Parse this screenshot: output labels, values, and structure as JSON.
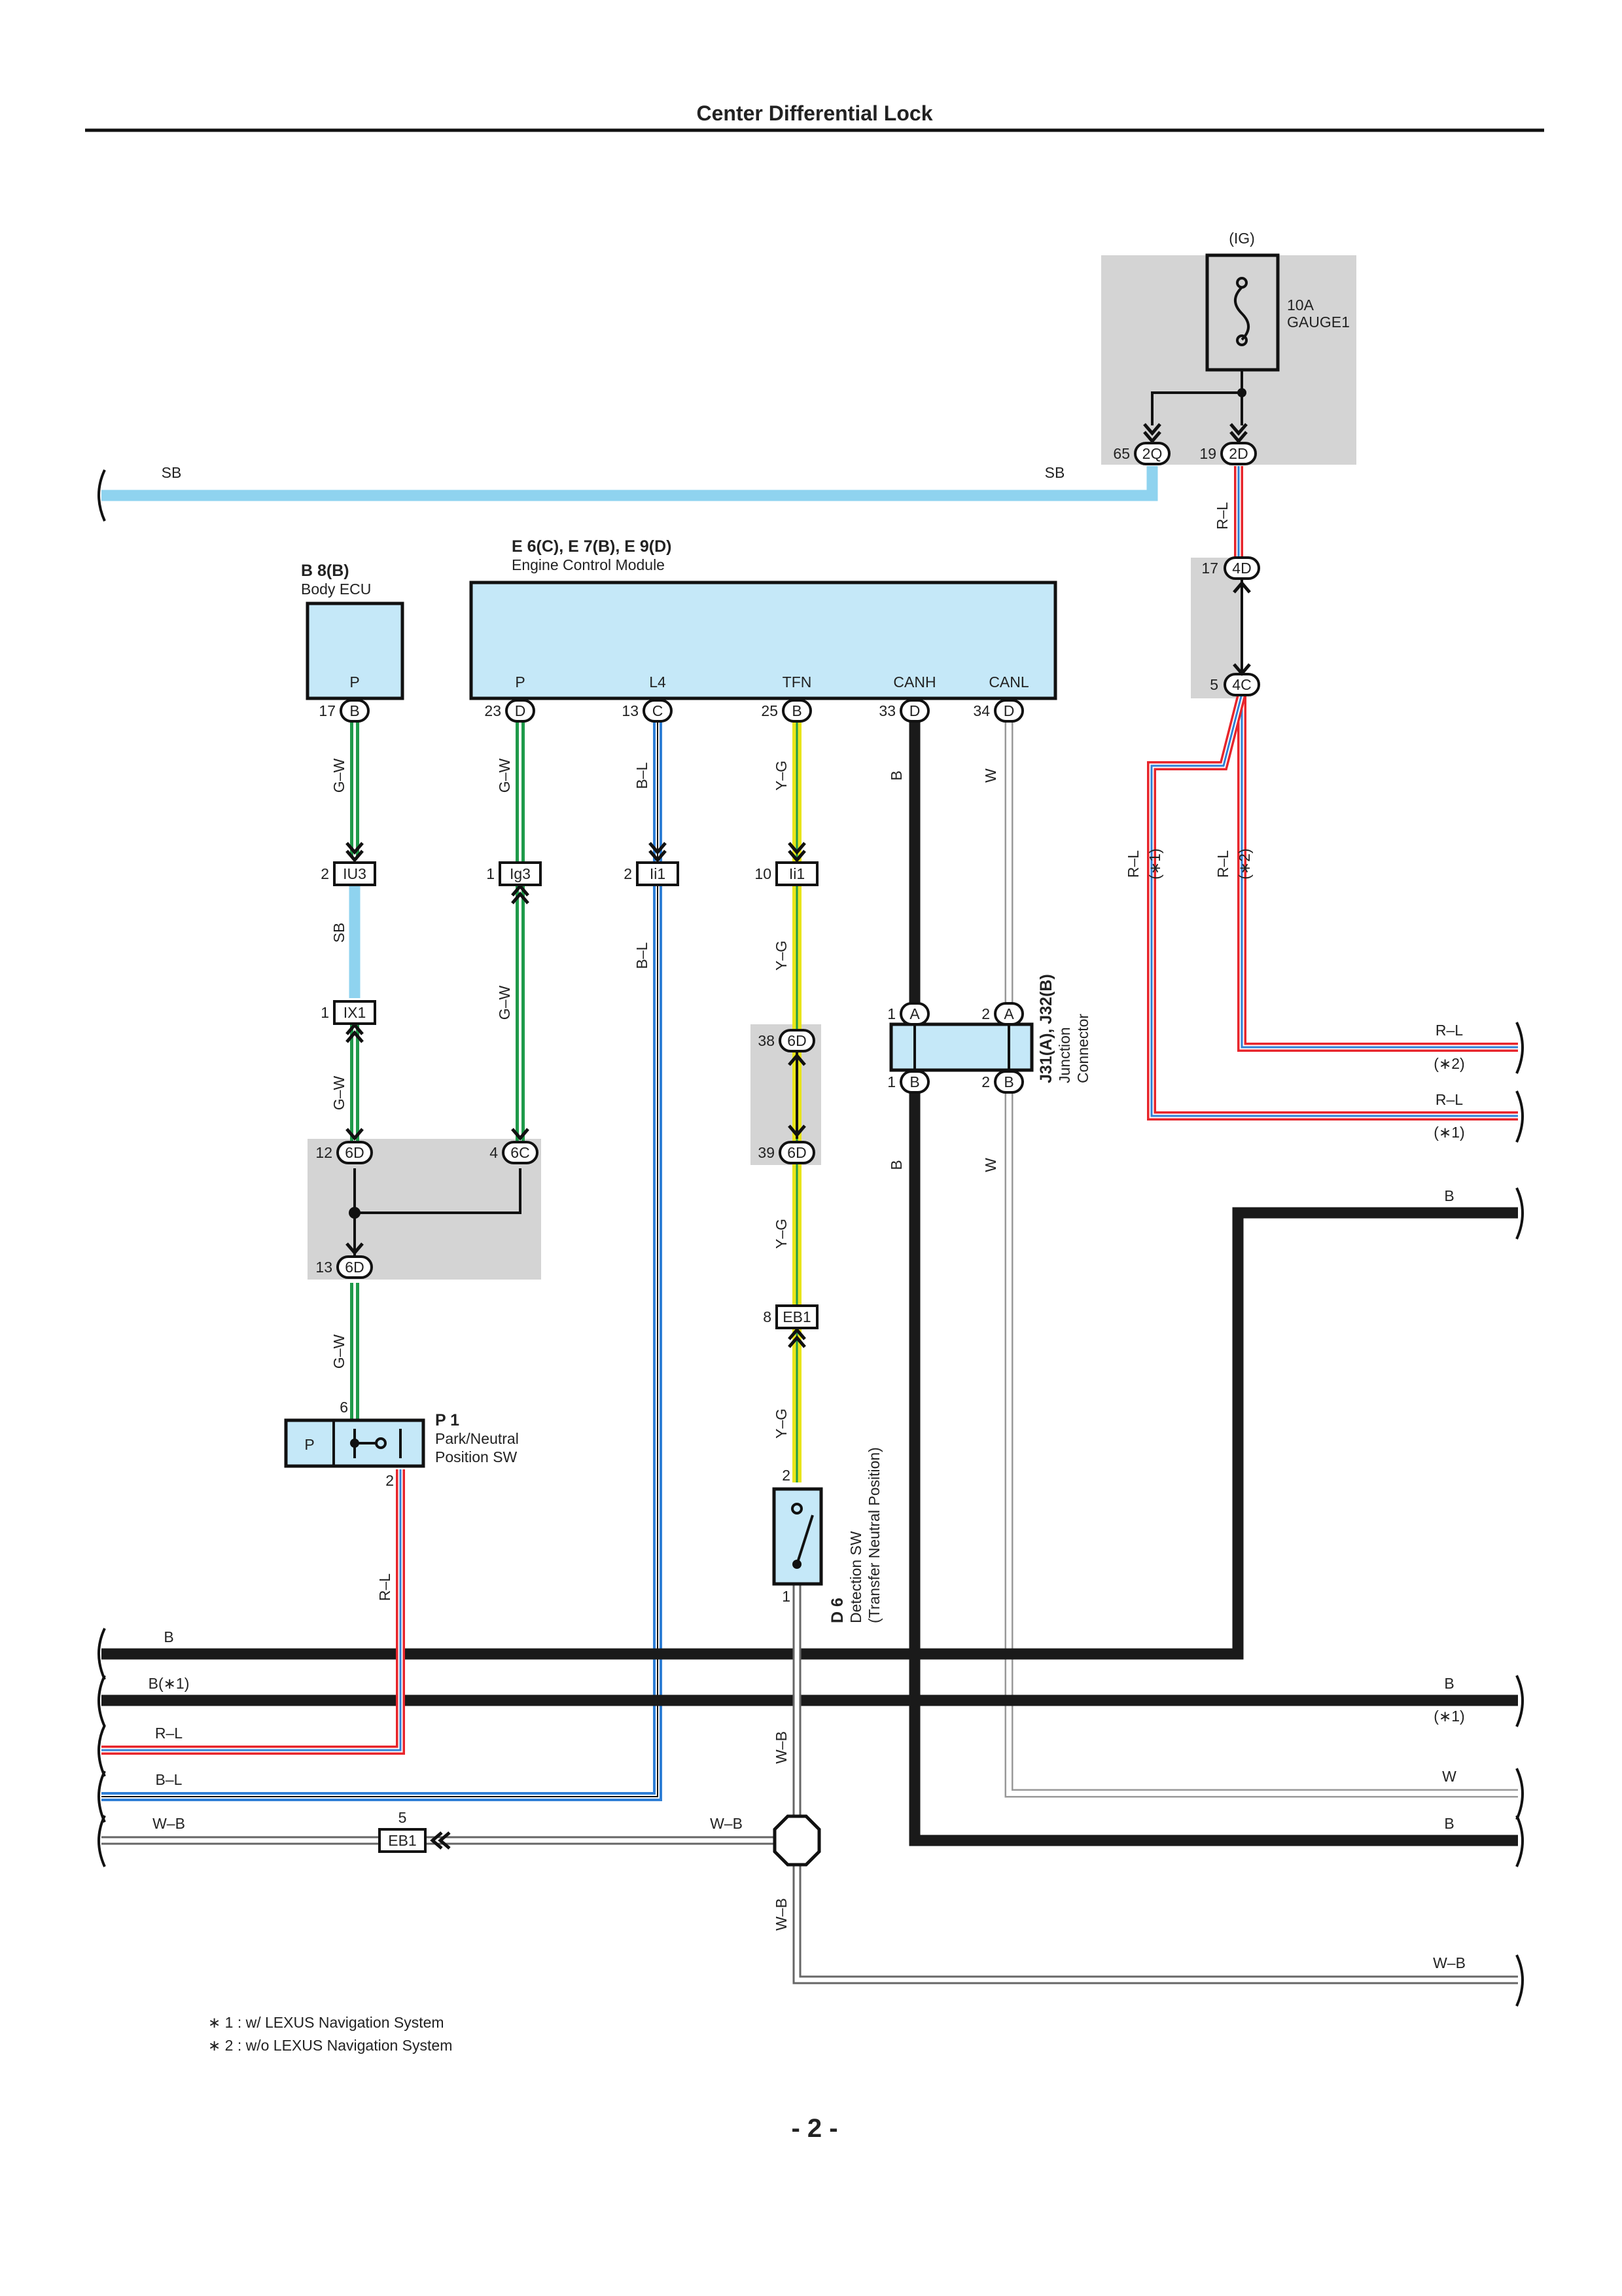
{
  "header": {
    "title": "Center Differential Lock"
  },
  "footer": {
    "page": "- 2 -"
  },
  "fuse": {
    "group": "(IG)",
    "rating": "10A",
    "name": "GAUGE1"
  },
  "components": {
    "body_ecu": {
      "code": "B 8(B)",
      "name": "Body ECU",
      "pin": "P"
    },
    "ecm": {
      "code": "E 6(C), E 7(B), E 9(D)",
      "name": "Engine Control Module",
      "pins": [
        "P",
        "L4",
        "TFN",
        "CANH",
        "CANL"
      ]
    },
    "p1": {
      "code": "P 1",
      "name1": "Park/Neutral",
      "name2": "Position SW",
      "pin": "P"
    },
    "d6": {
      "code": "D 6",
      "name1": "Detection SW",
      "name2": "(Transfer Neutral Position)"
    },
    "jc": {
      "code": "J31(A), J32(B)",
      "name1": "Junction",
      "name2": "Connector"
    }
  },
  "terminals": {
    "t65": "65",
    "c2Q": "2Q",
    "t19": "19",
    "c2D": "2D",
    "t17a": "17",
    "c4D": "4D",
    "t5": "5",
    "c4C": "4C",
    "t17b": "17",
    "cBb": "B",
    "t23": "23",
    "cDp": "D",
    "t13": "13",
    "cC": "C",
    "t25": "25",
    "cBt": "B",
    "t33": "33",
    "cDh": "D",
    "t34": "34",
    "cDl": "D",
    "t2a": "2",
    "IU3": "IU3",
    "t1a": "1",
    "Ig3": "Ig3",
    "t2b": "2",
    "Ii1a": "Ii1",
    "t10": "10",
    "Ii1b": "Ii1",
    "t1b": "1",
    "IX1": "IX1",
    "t38": "38",
    "c6Da": "6D",
    "t39": "39",
    "c6Db": "6D",
    "t12": "12",
    "c6Dc": "6D",
    "t4": "4",
    "c6C": "6C",
    "t13b": "13",
    "c6Dd": "6D",
    "t8": "8",
    "EB1a": "EB1",
    "t5b": "5",
    "EB1b": "EB1",
    "j1A": "1",
    "jA1": "A",
    "j2A": "2",
    "jA2": "A",
    "j1B": "1",
    "jB1": "B",
    "j2B": "2",
    "jB2": "B",
    "p6": "6",
    "p2": "2",
    "d2": "2",
    "d1": "1"
  },
  "wires": {
    "sb_left": "SB",
    "sb_right": "SB",
    "rl_fuse": "R–L",
    "gw1": "G–W",
    "gw2": "G–W",
    "bl1": "B–L",
    "yg1": "Y–G",
    "b_canh": "B",
    "w_canl": "W",
    "sb_mid": "SB",
    "gw3": "G–W",
    "bl2": "B–L",
    "yg2": "Y–G",
    "gw4": "G–W",
    "gw5": "G–W",
    "yg3": "Y–G",
    "yg4": "Y–G",
    "b_canh2": "B",
    "w_canl2": "W",
    "rl_n1": "R–L",
    "n1": "(∗1)",
    "rl_n2": "R–L",
    "n2": "(∗2)",
    "rl_r1": "R–L",
    "r1n": "(∗2)",
    "rl_r2": "R–L",
    "r2n": "(∗1)",
    "b_r1": "B",
    "rl_p": "R–L",
    "wb_v1": "W–B",
    "wb_v2": "W–B",
    "b_l1": "B",
    "b_l2": "B(∗1)",
    "rl_l": "R–L",
    "bl_l": "B–L",
    "wb_l": "W–B",
    "wb_m": "W–B",
    "b_r2": "B",
    "b_r2n": "(∗1)",
    "w_r": "W",
    "b_r3": "B",
    "wb_r": "W–B"
  },
  "notes": {
    "note1": "∗ 1 : w/ LEXUS Navigation System",
    "note2": "∗ 2 : w/o LEXUS Navigation System"
  },
  "colors": {
    "SB": "#8fd3ef",
    "G": "#1f9a4a",
    "Y": "#e9e51a",
    "R": "#e8252b",
    "L": "#2f7fd6",
    "B": "#1a1a1a",
    "W": "#ffffff",
    "box": "#d4d4d4",
    "comp": "#c5e8f8"
  }
}
